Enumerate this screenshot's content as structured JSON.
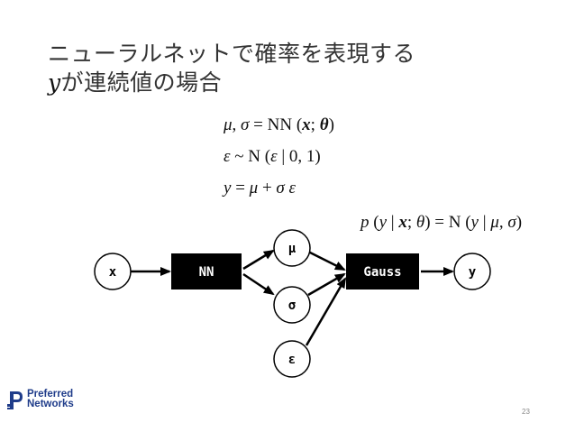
{
  "title": {
    "line1": "ニューラルネットで確率を表現する",
    "line2_var": "y",
    "line2_rest": "が連続値の場合"
  },
  "equations": {
    "e1": {
      "mu": "μ",
      "sep": ", ",
      "sigma": "σ",
      "mid": " = NN (",
      "x": "x",
      "semi": "; ",
      "theta": "θ",
      "end": ")"
    },
    "e2": {
      "eps": "ε",
      "mid": " ~ N (",
      "eps2": "ε",
      "end": " | 0, 1)"
    },
    "e3": {
      "y": "y",
      "eq": " = ",
      "mu": "μ",
      "plus": " + ",
      "sigma": "σ",
      "sp": " ",
      "eps": "ε"
    },
    "prob": {
      "p": "p",
      "open": " (",
      "y": "y",
      "bar": " | ",
      "x": "x",
      "semi": "; ",
      "theta": "θ",
      "mid": ") = N (",
      "y2": "y",
      "bar2": " | ",
      "mu": "μ",
      "comma": ", ",
      "sigma": "σ",
      "end": ")"
    }
  },
  "diagram": {
    "nodes": {
      "x": "x",
      "nn": "NN",
      "mu": "μ",
      "sigma": "σ",
      "eps": "ε",
      "gauss": "Gauss",
      "y": "y"
    }
  },
  "footer": {
    "logo_line1": "Preferred",
    "logo_line2": "Networks",
    "logo_color": "#1f3c8a",
    "page_number": "23"
  }
}
